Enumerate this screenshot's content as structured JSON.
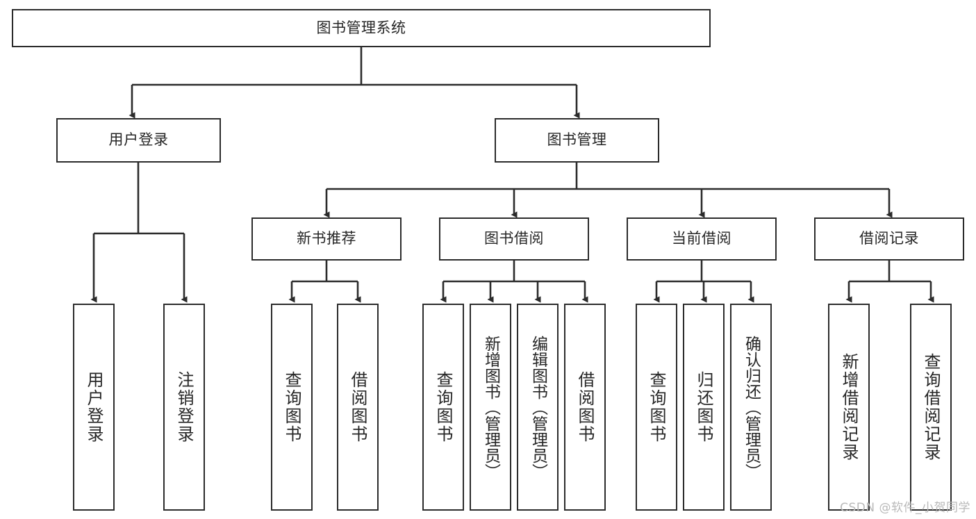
{
  "diagram": {
    "type": "tree-hierarchy",
    "title": "图书管理系统",
    "colors": {
      "box_border": "#2b2b2b",
      "box_fill": "#ffffff",
      "connector": "#2b2b2b",
      "text": "#262626",
      "watermark": "#b9b9b9",
      "background": "#ffffff"
    },
    "root": {
      "label": "图书管理系统",
      "orientation": "horizontal"
    },
    "level2": [
      {
        "label": "用户登录",
        "orientation": "horizontal"
      },
      {
        "label": "图书管理",
        "orientation": "horizontal"
      }
    ],
    "level3": [
      {
        "label": "新书推荐",
        "orientation": "horizontal"
      },
      {
        "label": "图书借阅",
        "orientation": "horizontal"
      },
      {
        "label": "当前借阅",
        "orientation": "horizontal"
      },
      {
        "label": "借阅记录",
        "orientation": "horizontal"
      }
    ],
    "leaves": {
      "user_login": [
        {
          "label": "用户登录",
          "orientation": "vertical"
        },
        {
          "label": "注销登录",
          "orientation": "vertical"
        }
      ],
      "new_book_recommend": [
        {
          "label": "查询图书",
          "orientation": "vertical"
        },
        {
          "label": "借阅图书",
          "orientation": "vertical"
        }
      ],
      "book_borrow": [
        {
          "label": "查询图书",
          "orientation": "vertical"
        },
        {
          "label": "新增图书（管理员）",
          "orientation": "vertical"
        },
        {
          "label": "编辑图书（管理员）",
          "orientation": "vertical"
        },
        {
          "label": "借阅图书",
          "orientation": "vertical"
        }
      ],
      "current_borrow": [
        {
          "label": "查询图书",
          "orientation": "vertical"
        },
        {
          "label": "归还图书",
          "orientation": "vertical"
        },
        {
          "label": "确认归还（管理员）",
          "orientation": "vertical"
        }
      ],
      "borrow_record": [
        {
          "label": "新增借阅记录",
          "orientation": "vertical"
        },
        {
          "label": "查询借阅记录",
          "orientation": "vertical"
        }
      ]
    },
    "watermark": "CSDN @软件_小贺同学"
  }
}
